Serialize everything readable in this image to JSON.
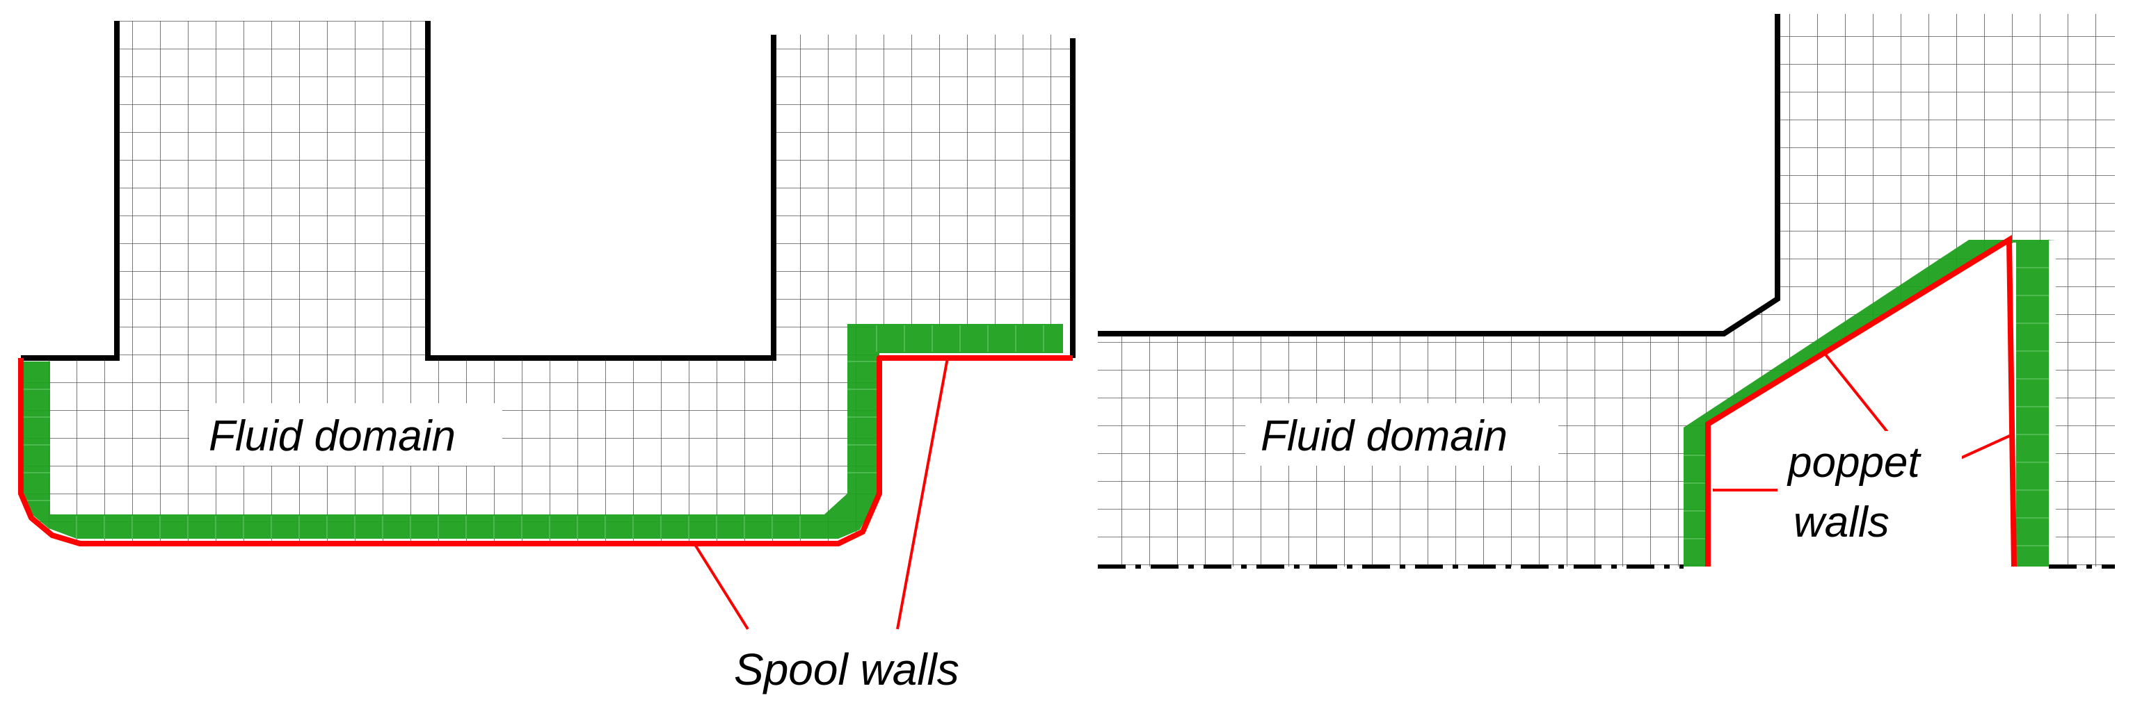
{
  "labels": {
    "left_region": "Fluid domain",
    "right_region": "Fluid domain",
    "spool": "Spool walls",
    "poppet_line1": "poppet",
    "poppet_line2": "walls"
  },
  "colors": {
    "grid": "#555555",
    "wall": "#000000",
    "moving_wall": "#ff0000",
    "boundary_layer": "#1ea01e",
    "label_bg": "#ffffff"
  }
}
